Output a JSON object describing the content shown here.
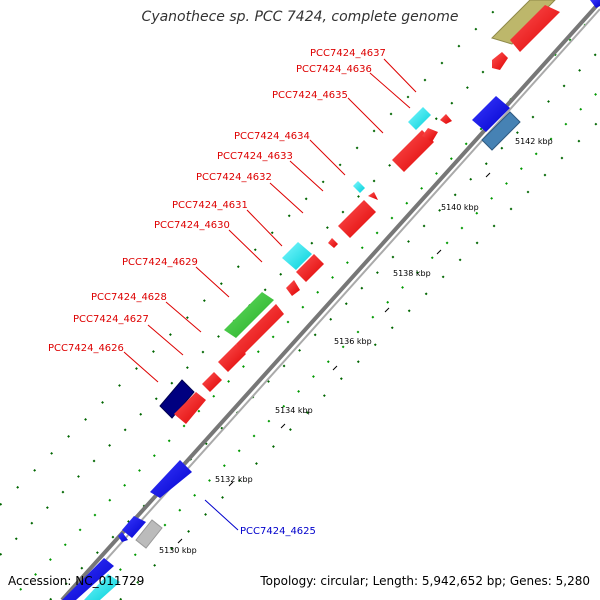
{
  "title": "Cyanothece sp. PCC 7424, complete genome",
  "footer": {
    "accession": "Accession: NC_011729",
    "summary": "Topology: circular; Length: 5,942,652 bp; Genes: 5,280"
  },
  "colors": {
    "forward_gene": "#ff0000",
    "reverse_gene": "#0000ee",
    "cyan_gene": "#00e5ee",
    "green_gene": "#33cc33",
    "navy_gene": "#000080",
    "khaki_gene": "#bdb76b",
    "steel_gene": "#4682b4",
    "grey_gene": "#bbbbbb",
    "label_red": "#dd0000",
    "label_blue": "#0000cc",
    "backbone": "#888888",
    "gc_dots": "#006600"
  },
  "scale_ticks": [
    "5130 kbp",
    "5132 kbp",
    "5134 kbp",
    "5136 kbp",
    "5138 kbp",
    "5140 kbp",
    "5142 kbp"
  ],
  "gene_labels": [
    {
      "text": "PCC7424_4637",
      "color": "red"
    },
    {
      "text": "PCC7424_4636",
      "color": "red"
    },
    {
      "text": "PCC7424_4635",
      "color": "red"
    },
    {
      "text": "PCC7424_4634",
      "color": "red"
    },
    {
      "text": "PCC7424_4633",
      "color": "red"
    },
    {
      "text": "PCC7424_4632",
      "color": "red"
    },
    {
      "text": "PCC7424_4631",
      "color": "red"
    },
    {
      "text": "PCC7424_4630",
      "color": "red"
    },
    {
      "text": "PCC7424_4629",
      "color": "red"
    },
    {
      "text": "PCC7424_4628",
      "color": "red"
    },
    {
      "text": "PCC7424_4627",
      "color": "red"
    },
    {
      "text": "PCC7424_4626",
      "color": "red"
    },
    {
      "text": "PCC7424_4625",
      "color": "blue"
    }
  ]
}
